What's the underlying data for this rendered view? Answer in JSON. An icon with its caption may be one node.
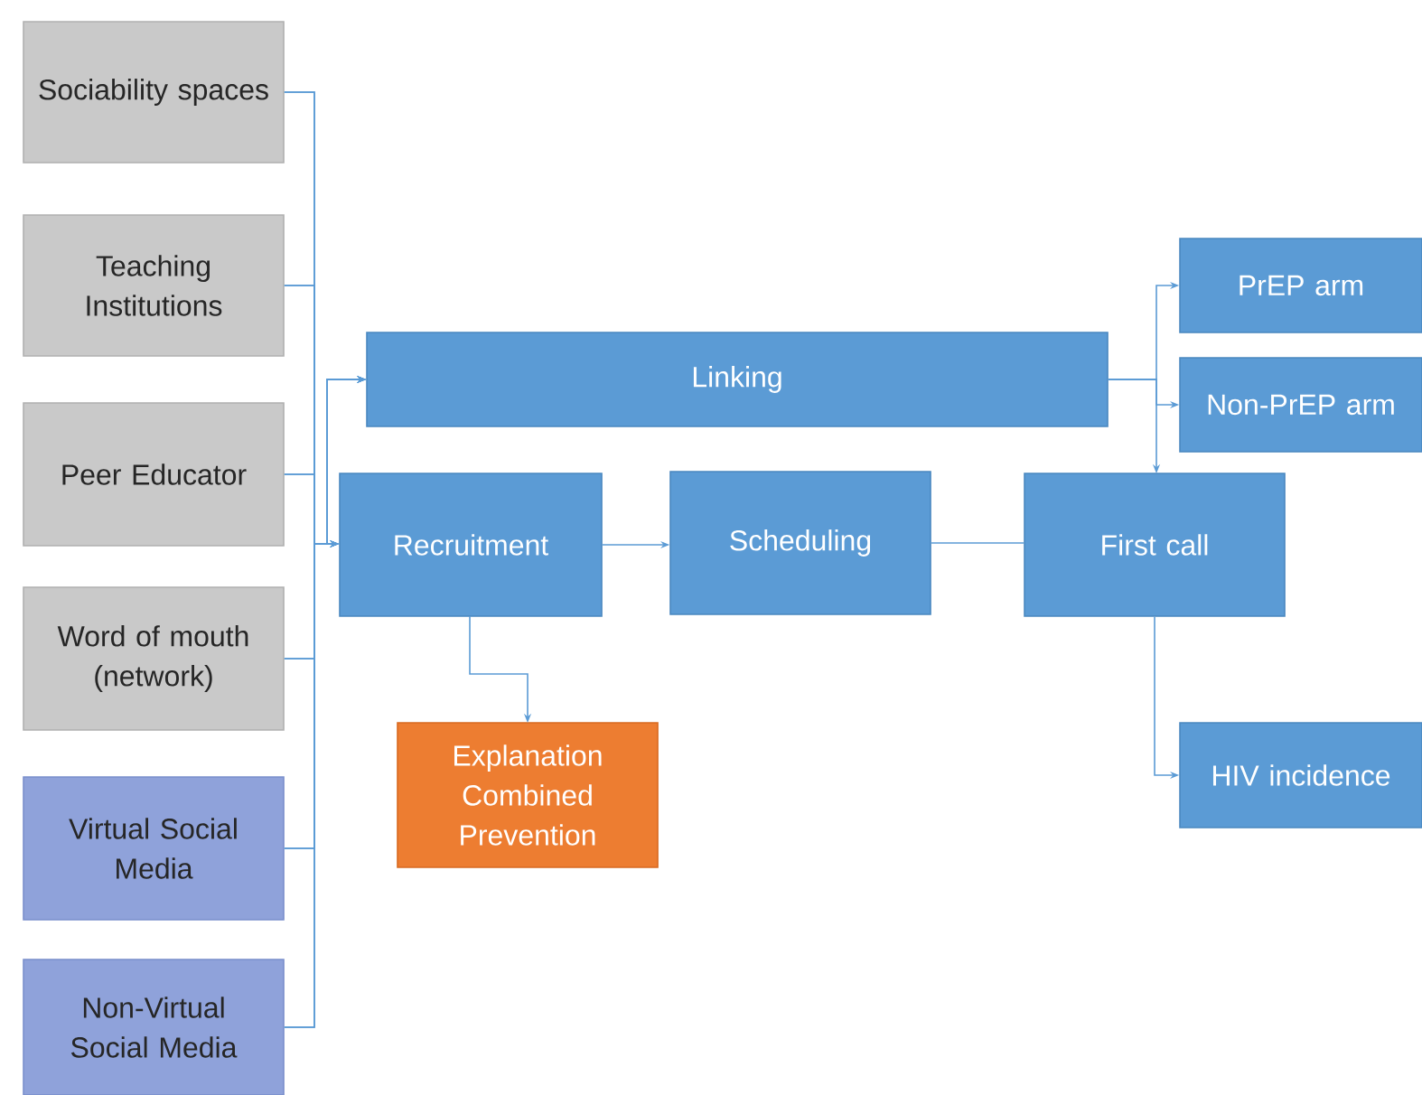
{
  "diagram": {
    "nodes": [
      {
        "text": [
          "Sociability spaces"
        ]
      },
      {
        "text": [
          "Teaching Institutions"
        ]
      },
      {
        "text": [
          "Peer Educator"
        ]
      },
      {
        "text": [
          "Word of mouth (network)"
        ]
      },
      {
        "text": [
          "Virtual Social Media"
        ]
      },
      {
        "text": [
          "Non-Virtual Social Media"
        ]
      },
      {
        "text": [
          "Linking"
        ]
      },
      {
        "text": [
          "PrEP arm"
        ]
      },
      {
        "text": [
          "Non-PrEP arm"
        ]
      },
      {
        "text": [
          "Recruitment"
        ]
      },
      {
        "text": [
          "Scheduling"
        ]
      },
      {
        "text": [
          "First call"
        ]
      },
      {
        "text": [
          "Explanation Combined Prevention"
        ]
      },
      {
        "text": [
          "HIV incidence"
        ]
      }
    ],
    "edges": [
      {
        "from": 0,
        "to": 6,
        "arrow": "to"
      },
      {
        "from": 0,
        "to": 9,
        "arrow": "to"
      },
      {
        "from": 1,
        "to": 6,
        "arrow": "to"
      },
      {
        "from": 1,
        "to": 9,
        "arrow": "to"
      },
      {
        "from": 2,
        "to": 6,
        "arrow": "to"
      },
      {
        "from": 2,
        "to": 9,
        "arrow": "to"
      },
      {
        "from": 3,
        "to": 6,
        "arrow": "to"
      },
      {
        "from": 3,
        "to": 9,
        "arrow": "to"
      },
      {
        "from": 4,
        "to": 6,
        "arrow": "to"
      },
      {
        "from": 4,
        "to": 9,
        "arrow": "to"
      },
      {
        "from": 5,
        "to": 6,
        "arrow": "to"
      },
      {
        "from": 5,
        "to": 9,
        "arrow": "to"
      },
      {
        "from": 6,
        "to": 7,
        "arrow": "to"
      },
      {
        "from": 6,
        "to": 8,
        "arrow": "to"
      },
      {
        "from": 6,
        "to": 11,
        "arrow": "to"
      },
      {
        "from": 9,
        "to": 10,
        "arrow": "to"
      },
      {
        "from": 9,
        "to": 12,
        "arrow": "to"
      },
      {
        "from": 10,
        "to": 11,
        "arrow": "none"
      },
      {
        "from": 11,
        "to": 13,
        "arrow": "to"
      }
    ]
  }
}
